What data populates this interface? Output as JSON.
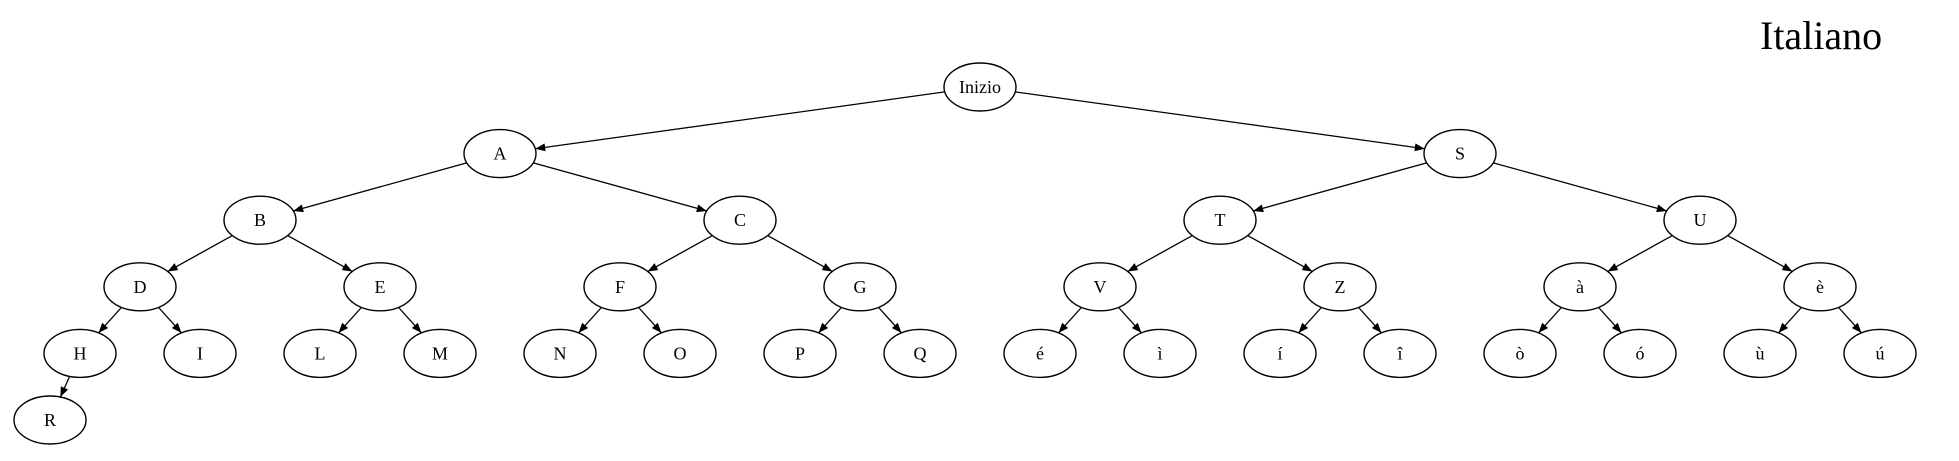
{
  "title": "Italiano",
  "root": {
    "label": "Inizio",
    "children": [
      {
        "label": "A",
        "children": [
          {
            "label": "B",
            "children": [
              {
                "label": "D",
                "children": [
                  {
                    "label": "H",
                    "children": [
                      {
                        "label": "R",
                        "children": []
                      }
                    ]
                  },
                  {
                    "label": "I",
                    "children": []
                  }
                ]
              },
              {
                "label": "E",
                "children": [
                  {
                    "label": "L",
                    "children": []
                  },
                  {
                    "label": "M",
                    "children": []
                  }
                ]
              }
            ]
          },
          {
            "label": "C",
            "children": [
              {
                "label": "F",
                "children": [
                  {
                    "label": "N",
                    "children": []
                  },
                  {
                    "label": "O",
                    "children": []
                  }
                ]
              },
              {
                "label": "G",
                "children": [
                  {
                    "label": "P",
                    "children": []
                  },
                  {
                    "label": "Q",
                    "children": []
                  }
                ]
              }
            ]
          }
        ]
      },
      {
        "label": "S",
        "children": [
          {
            "label": "T",
            "children": [
              {
                "label": "V",
                "children": [
                  {
                    "label": "é",
                    "children": []
                  },
                  {
                    "label": "ì",
                    "children": []
                  }
                ]
              },
              {
                "label": "Z",
                "children": [
                  {
                    "label": "í",
                    "children": []
                  },
                  {
                    "label": "î",
                    "children": []
                  }
                ]
              }
            ]
          },
          {
            "label": "U",
            "children": [
              {
                "label": "à",
                "children": [
                  {
                    "label": "ò",
                    "children": []
                  },
                  {
                    "label": "ó",
                    "children": []
                  }
                ]
              },
              {
                "label": "è",
                "children": [
                  {
                    "label": "ù",
                    "children": []
                  },
                  {
                    "label": "ú",
                    "children": []
                  }
                ]
              }
            ]
          }
        ]
      }
    ]
  }
}
